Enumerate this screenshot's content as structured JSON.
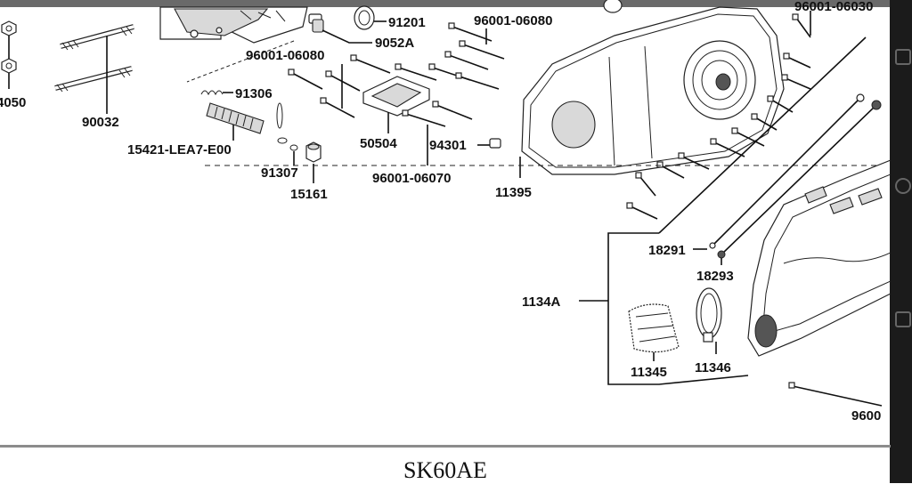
{
  "diagram": {
    "labels": {
      "p91201": "91201",
      "p96001_06080_top": "96001-06080",
      "p96001_06030": "96001-06030",
      "p9052A": "9052A",
      "p96001_06080_mid": "96001-06080",
      "p91306": "91306",
      "p4050": "4050",
      "p90032": "90032",
      "p15421": "15421-LEA7-E00",
      "p91307": "91307",
      "p15161": "15161",
      "p50504": "50504",
      "p94301": "94301",
      "p96001_06070": "96001-06070",
      "p11395": "11395",
      "p18291": "18291",
      "p18293": "18293",
      "p1134A": "1134A",
      "p11345": "11345",
      "p11346": "11346",
      "p9600_bottom": "9600"
    }
  },
  "footer": {
    "model_code": "SK60AE"
  }
}
